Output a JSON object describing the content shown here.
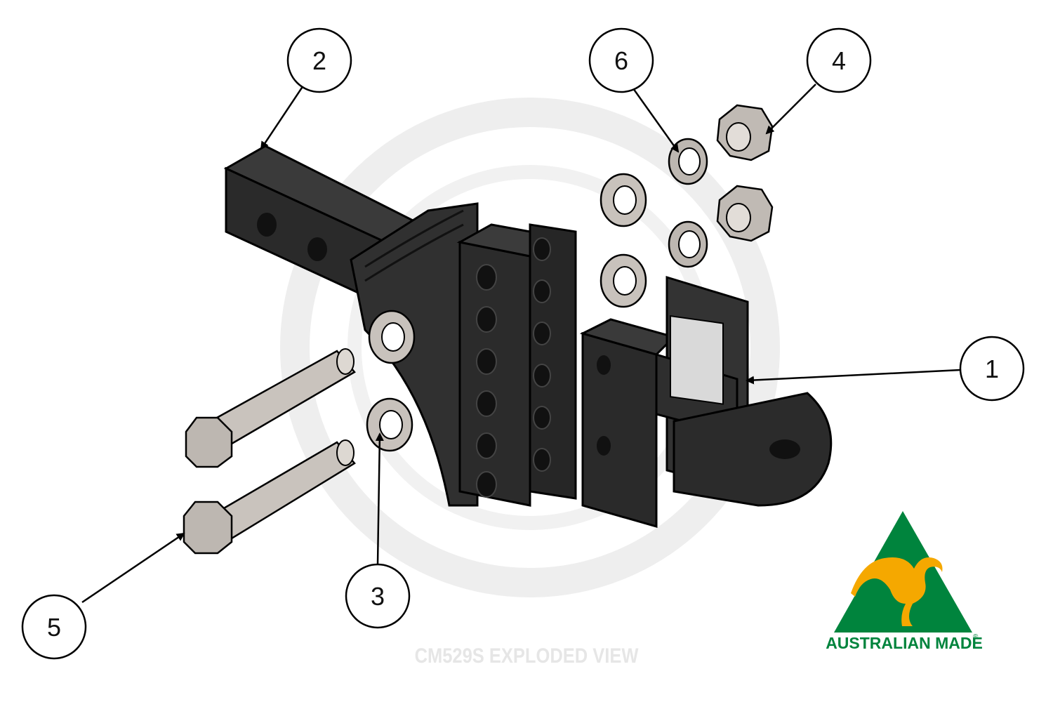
{
  "diagram": {
    "caption": "CM529S EXPLODED VIEW",
    "callouts": {
      "c1": "1",
      "c2": "2",
      "c3": "3",
      "c4": "4",
      "c5": "5",
      "c6": "6"
    }
  },
  "logo": {
    "text": "AUSTRALIAN MADE",
    "registered_mark": "®",
    "colors": {
      "green": "#00843d",
      "gold": "#f5a800"
    }
  },
  "colors": {
    "part_dark": "#2b2b2b",
    "part_face": "#3a3a3a",
    "metal": "#c8c2bc",
    "watermark": "#ececec"
  }
}
